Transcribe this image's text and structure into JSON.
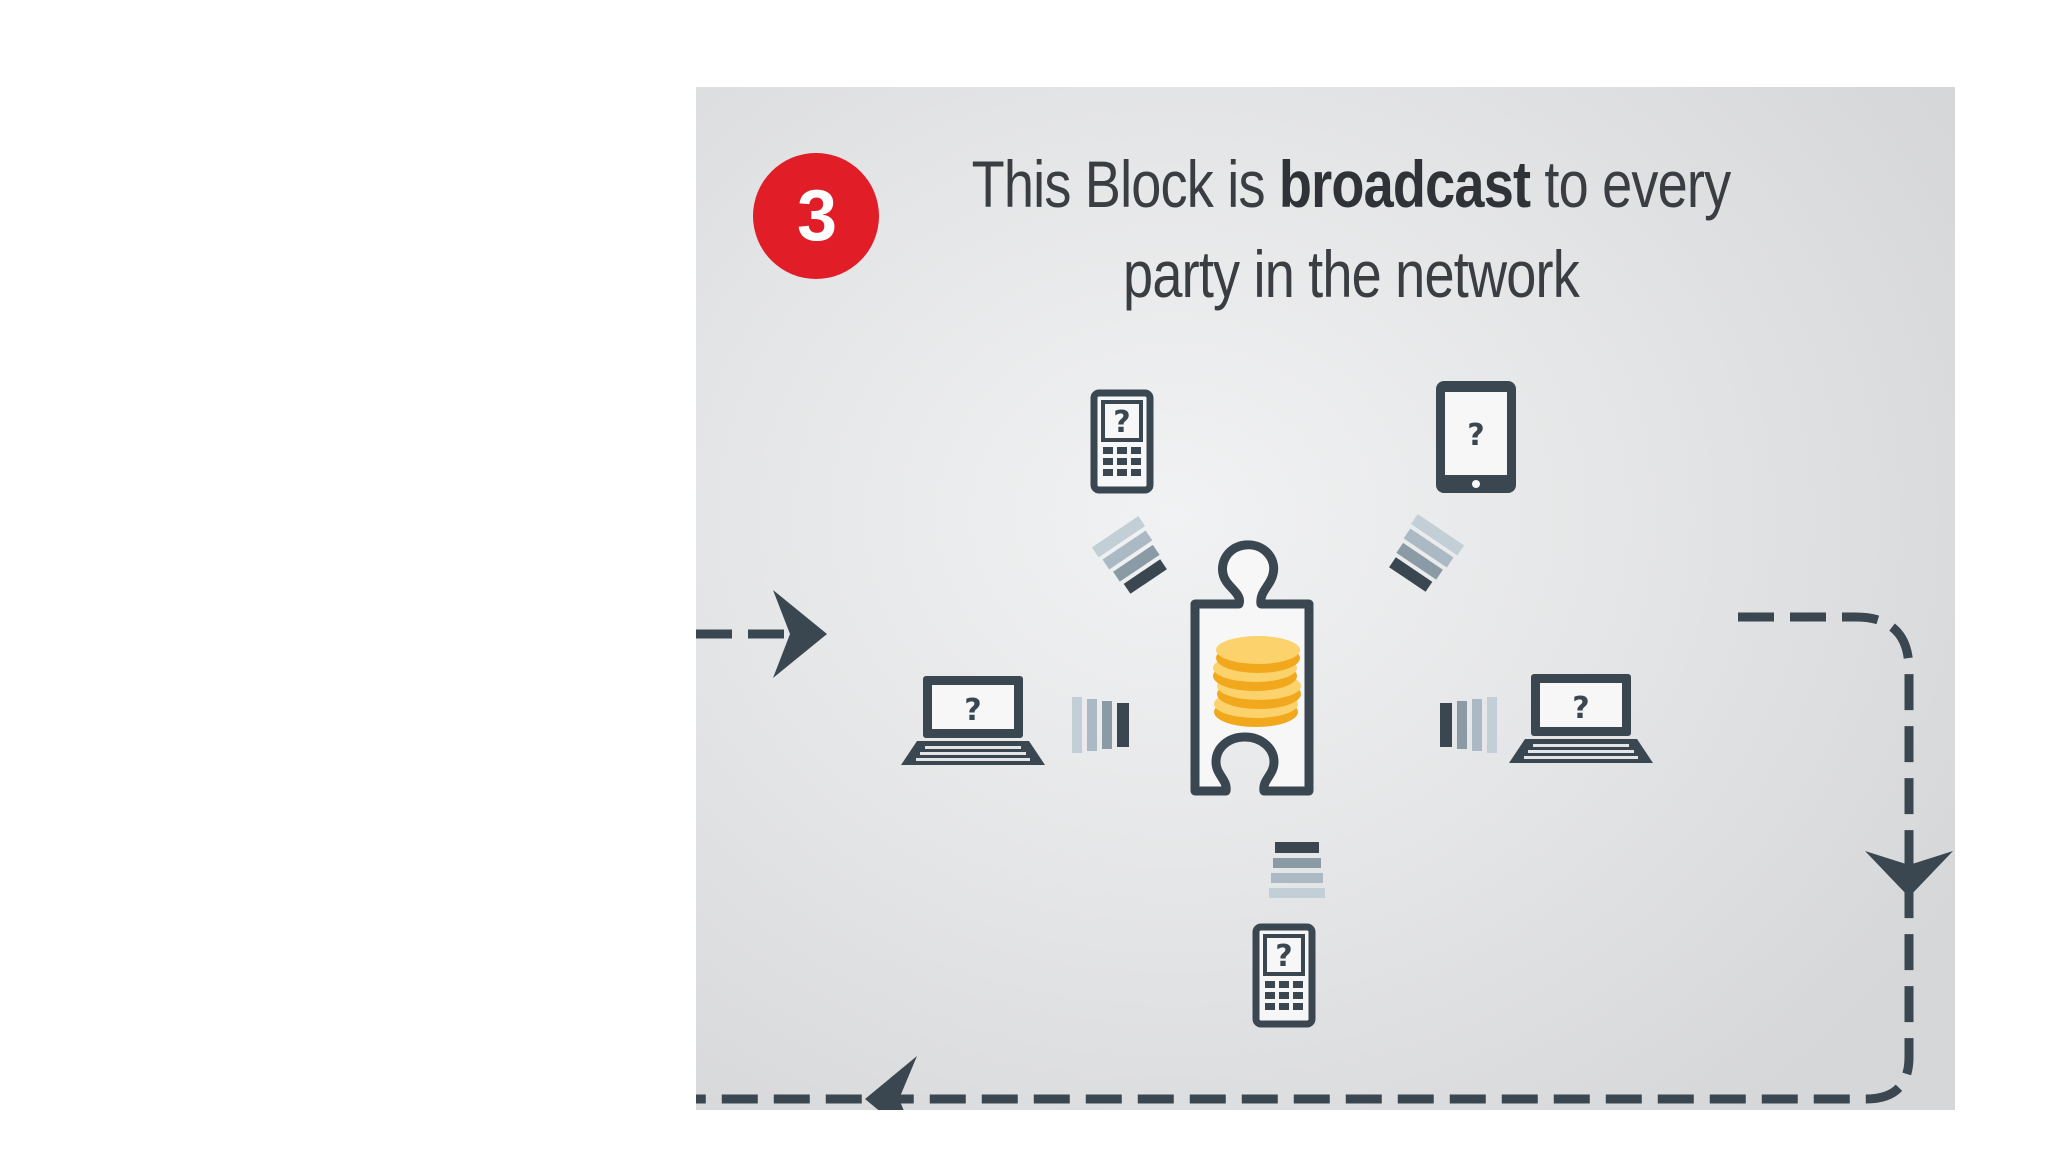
{
  "step": {
    "number": "3"
  },
  "heading": {
    "line1_before": "This Block is ",
    "line1_bold": "broadcast",
    "line1_after": " to every",
    "line2": "party in the network"
  },
  "devices": {
    "unknown_mark": "?"
  },
  "colors": {
    "badge": "#e11d27",
    "dark": "#3a4750",
    "coins": "#f2a81d",
    "signal_light": "#aab9c3",
    "background": "#e4e5e6"
  },
  "icons": [
    "step-number-badge",
    "blockchain-block-puzzle-icon",
    "coin-stack-icon",
    "mobile-phone-icon",
    "tablet-icon",
    "laptop-icon",
    "signal-waves-icon",
    "dashed-arrow-flow"
  ]
}
